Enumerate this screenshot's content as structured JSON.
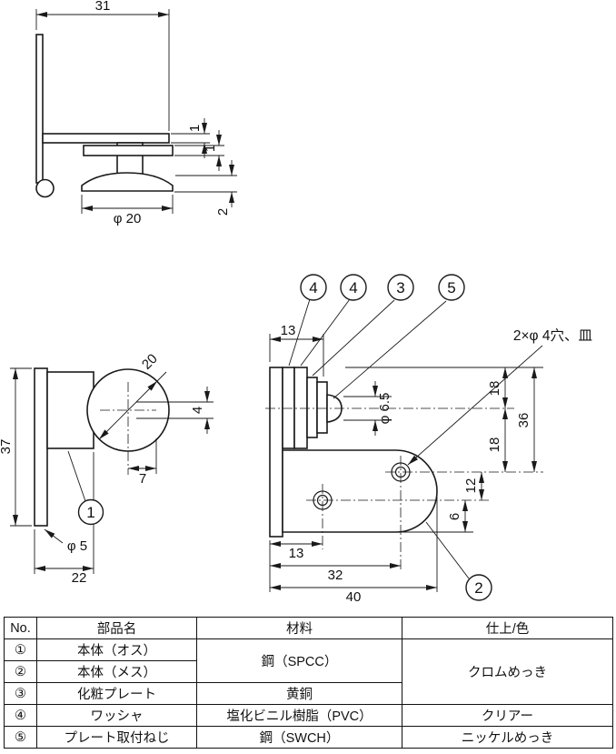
{
  "views": {
    "top": {
      "dim_31": "31",
      "dim_1a": "1",
      "dim_1b": "1",
      "dim_2": "2",
      "dim_dia20": "φ 20"
    },
    "front": {
      "dim_37": "37",
      "dim_20": "20",
      "dim_4": "4",
      "dim_7": "7",
      "dim_dia5": "φ 5",
      "dim_22": "22",
      "callout_1": "1"
    },
    "side": {
      "callout_4a": "4",
      "callout_4b": "4",
      "callout_3": "3",
      "callout_5": "5",
      "callout_2": "2",
      "note_holes": "2×φ 4穴、皿",
      "dim_13_top": "13",
      "dim_dia65": "φ 6.5",
      "dim_18a": "18",
      "dim_36": "36",
      "dim_18b": "18",
      "dim_12": "12",
      "dim_6": "6",
      "dim_13_bottom": "13",
      "dim_32": "32",
      "dim_40": "40"
    }
  },
  "table": {
    "headers": [
      "No.",
      "部品名",
      "材料",
      "仕上/色"
    ],
    "rows": [
      {
        "no": "①",
        "name": "本体（オス）"
      },
      {
        "no": "②",
        "name": "本体（メス）"
      },
      {
        "no": "③",
        "name": "化粧プレート",
        "material": "黄銅"
      },
      {
        "no": "④",
        "name": "ワッシャ",
        "material": "塩化ビニル樹脂（PVC）",
        "finish": "クリアー"
      },
      {
        "no": "⑤",
        "name": "プレート取付ねじ",
        "material": "鋼（SWCH）",
        "finish": "ニッケルめっき"
      }
    ],
    "merged": {
      "material_rows_1_2": "鋼（SPCC）",
      "finish_rows_1_3": "クロムめっき"
    }
  }
}
